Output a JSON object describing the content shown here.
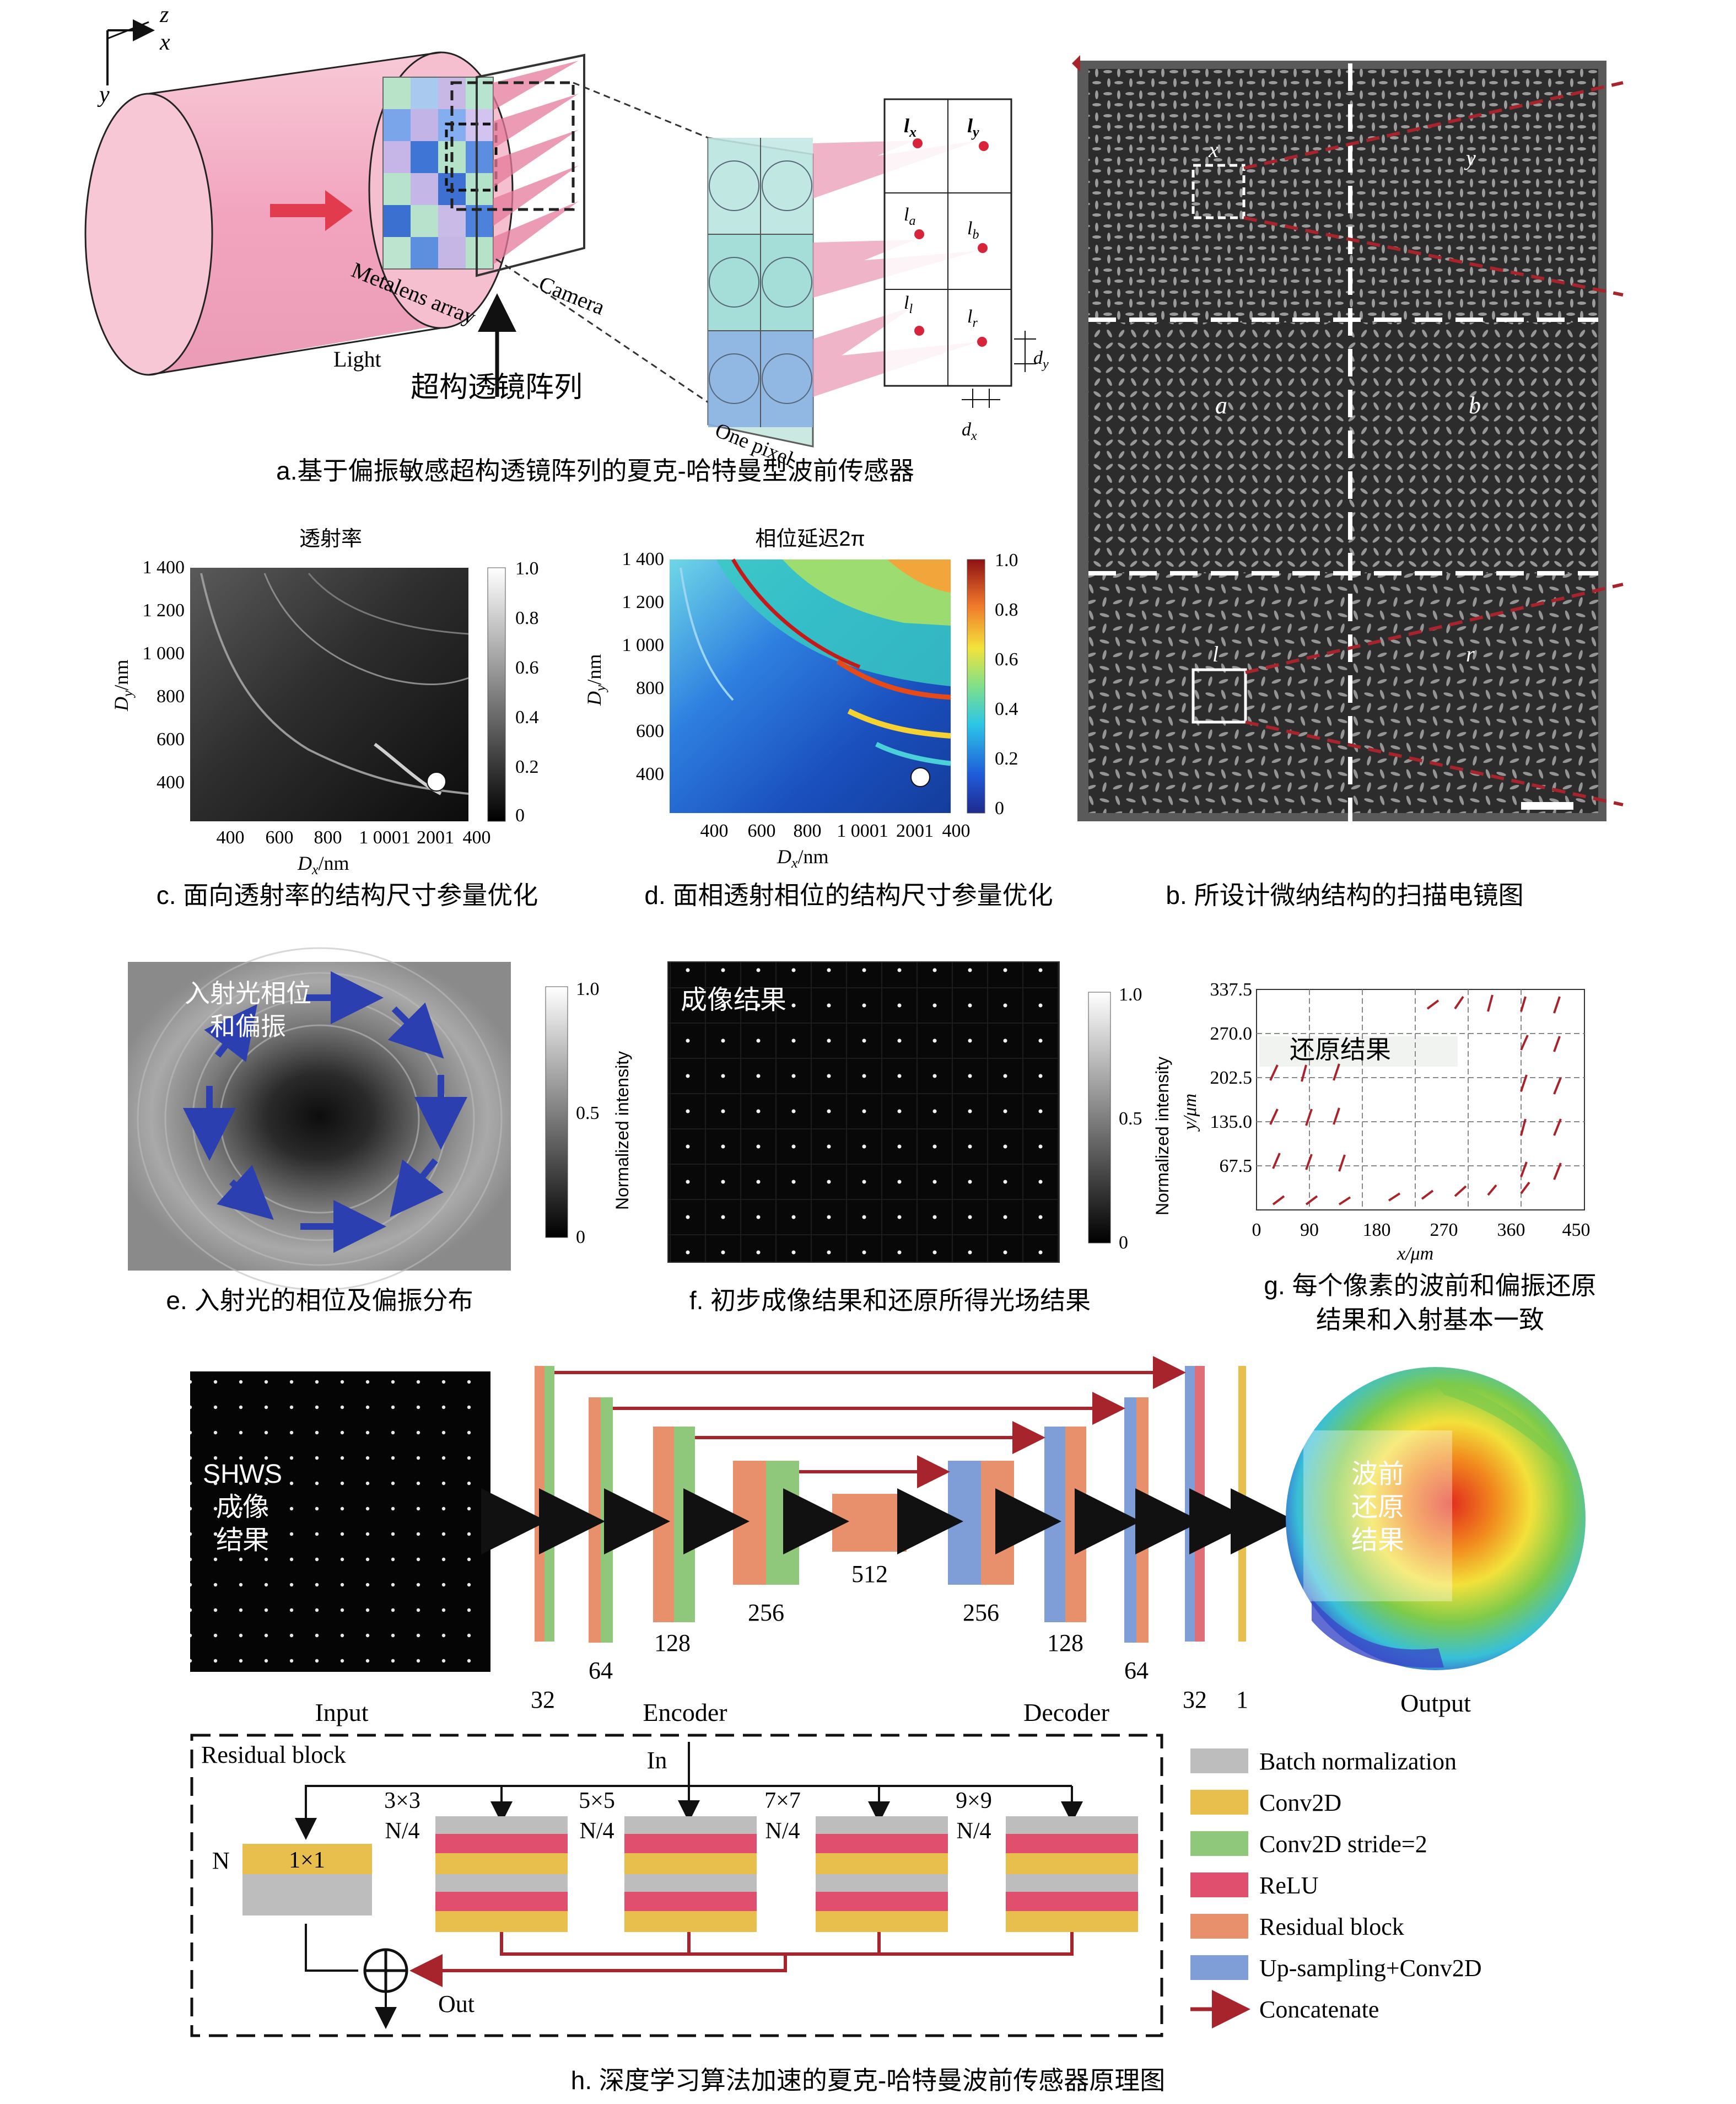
{
  "panel_a": {
    "axes": {
      "z": "z",
      "x": "x",
      "y": "y"
    },
    "label_light": "Light",
    "label_metalens": "Metalens array",
    "label_camera": "Camera",
    "label_zh": "超构透镜阵列",
    "label_pixel": "One pixel",
    "spots": [
      "l",
      "x",
      "y",
      "a",
      "b",
      "l",
      "r"
    ],
    "spot_lx": "l",
    "spot_lx_sub": "x",
    "spot_ly": "l",
    "spot_ly_sub": "y",
    "spot_la": "l",
    "spot_la_sub": "a",
    "spot_lb": "l",
    "spot_lb_sub": "b",
    "spot_ll": "l",
    "spot_ll_sub": "l",
    "spot_lr": "l",
    "spot_lr_sub": "r",
    "dy": "d",
    "dy_sub": "y",
    "dx": "d",
    "dx_sub": "x",
    "caption": "a.基于偏振敏感超构透镜阵列的夏克-哈特曼型波前传感器"
  },
  "panel_b": {
    "labels": {
      "x": "x",
      "y": "y",
      "a": "a",
      "b": "b",
      "l": "l",
      "r": "r"
    },
    "caption": "b. 所设计微纳结构的扫描电镜图"
  },
  "panel_c": {
    "title": "透射率",
    "ylabel": "D",
    "ylabel_sub": "y",
    "ylabel_unit": "/nm",
    "xlabel": "D",
    "xlabel_sub": "x",
    "xlabel_unit": "/nm",
    "yticks": [
      "1 400",
      "1 200",
      "1 000",
      "800",
      "600",
      "400"
    ],
    "xticks": [
      "400",
      "600",
      "800",
      "1 0001",
      "2001",
      "400"
    ],
    "cbar_ticks": [
      "1.0",
      "0.8",
      "0.6",
      "0.4",
      "0.2",
      "0"
    ],
    "caption": "c. 面向透射率的结构尺寸参量优化"
  },
  "panel_d": {
    "title": "相位延迟2π",
    "ylabel": "D",
    "ylabel_sub": "y",
    "ylabel_unit": "/nm",
    "xlabel": "D",
    "xlabel_sub": "x",
    "xlabel_unit": "/nm",
    "yticks": [
      "1 400",
      "1 200",
      "1 000",
      "800",
      "600",
      "400"
    ],
    "xticks": [
      "400",
      "600",
      "800",
      "1 0001",
      "2001",
      "400"
    ],
    "cbar_ticks": [
      "1.0",
      "0.8",
      "0.6",
      "0.4",
      "0.2",
      "0"
    ],
    "caption": "d. 面相透射相位的结构尺寸参量优化"
  },
  "panel_e": {
    "overlay_line1": "入射光相位",
    "overlay_line2": "和偏振",
    "cbar_label": "Normalized intensity",
    "cbar_ticks": [
      "1.0",
      "0.5",
      "0"
    ],
    "caption": "e. 入射光的相位及偏振分布"
  },
  "panel_f": {
    "overlay": "成像结果",
    "cbar_label": "Normalized intensity",
    "cbar_ticks": [
      "1.0",
      "0.5",
      "0"
    ],
    "caption": "f. 初步成像结果和还原所得光场结果"
  },
  "panel_g": {
    "overlay": "还原结果",
    "ylabel": "y/μm",
    "xlabel": "x/μm",
    "yticks": [
      "337.5",
      "270.0",
      "202.5",
      "135.0",
      "67.5"
    ],
    "xticks": [
      "0",
      "90",
      "180",
      "270",
      "360",
      "450"
    ],
    "caption_line1": "g. 每个像素的波前和偏振还原",
    "caption_line2": "结果和入射基本一致"
  },
  "panel_h": {
    "input_overlay": [
      "SHWS",
      "成像",
      "结果"
    ],
    "output_overlay": [
      "波前",
      "还原",
      "结果"
    ],
    "label_input": "Input",
    "label_encoder": "Encoder",
    "label_decoder": "Decoder",
    "label_output": "Output",
    "channels": [
      "32",
      "64",
      "128",
      "256",
      "512",
      "256",
      "128",
      "64",
      "32",
      "1"
    ],
    "residual_title": "Residual block",
    "in_label": "In",
    "out_label": "Out",
    "n_label": "N",
    "conv1": "1×1",
    "kernels": [
      {
        "size": "3×3",
        "ch": "N/4"
      },
      {
        "size": "5×5",
        "ch": "N/4"
      },
      {
        "size": "7×7",
        "ch": "N/4"
      },
      {
        "size": "9×9",
        "ch": "N/4"
      }
    ],
    "legend": [
      {
        "label": "Batch normalization",
        "color": "#bdbdbd"
      },
      {
        "label": "Conv2D",
        "color": "#e8bf4c"
      },
      {
        "label": "Conv2D stride=2",
        "color": "#8fc87a"
      },
      {
        "label": "ReLU",
        "color": "#e0506e"
      },
      {
        "label": "Residual block",
        "color": "#e8906c"
      },
      {
        "label": "Up-sampling+Conv2D",
        "color": "#7f9ed8"
      },
      {
        "label": "Concatenate",
        "color": "#a8242c"
      }
    ],
    "caption": "h. 深度学习算法加速的夏克-哈特曼波前传感器原理图"
  }
}
